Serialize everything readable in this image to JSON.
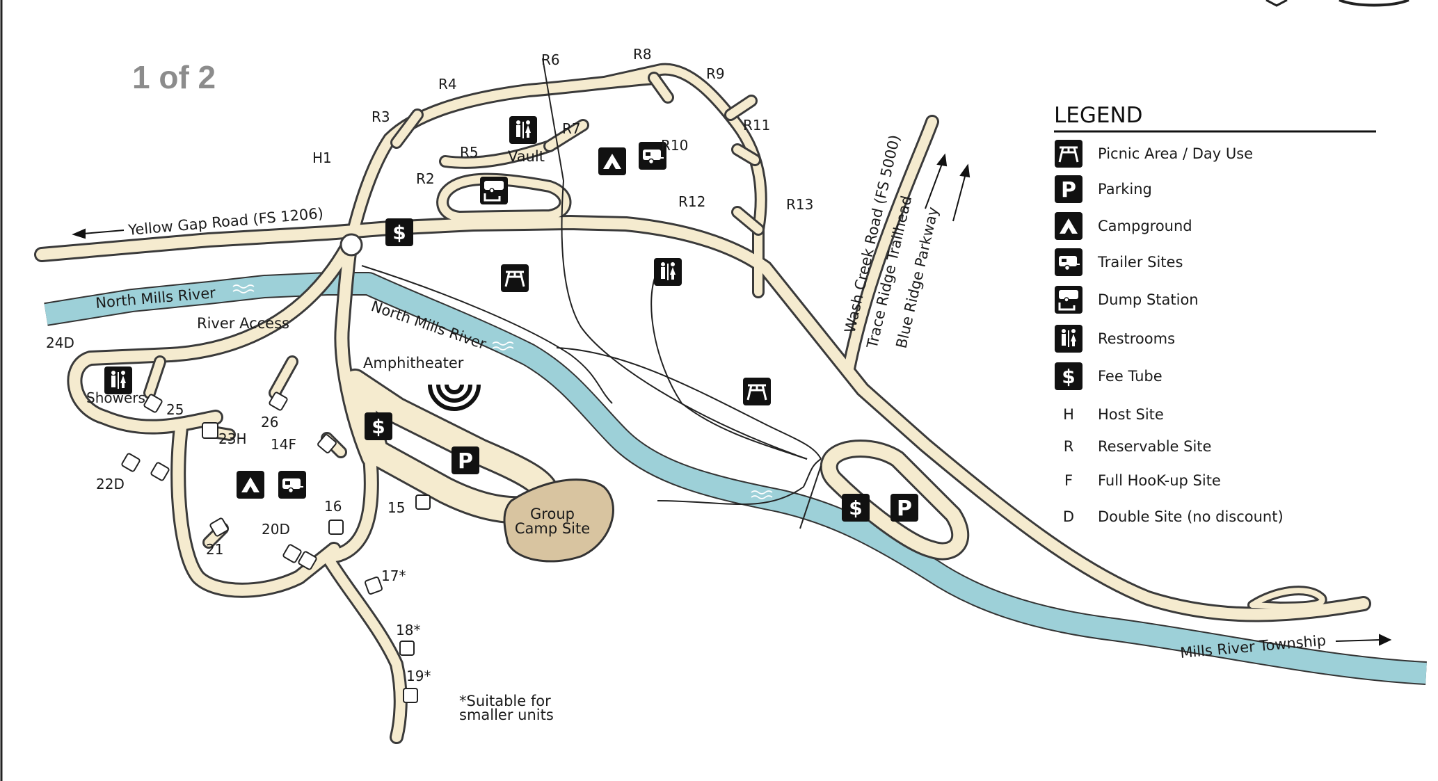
{
  "page_indicator": "1 of 2",
  "colors": {
    "road_fill": "#f5ebcf",
    "river": "#9dd0d8",
    "group_camp": "#d8c4a0",
    "icon_bg": "#111111"
  },
  "roads": {
    "yellow_gap": "Yellow Gap Road (FS 1206)",
    "wash_creek": "Wash Creek Road (FS 5000)",
    "trace_ridge": "Trace Ridge Trailhead",
    "blue_ridge": "Blue Ridge Parkway",
    "mills_river_township": "Mills River Township"
  },
  "water": {
    "north_mills_1": "North Mills River",
    "north_mills_2": "North Mills River"
  },
  "places": {
    "river_access": "River Access",
    "amphitheater": "Amphitheater",
    "vault": "Vault",
    "showers": "Showers",
    "group_camp_line1": "Group",
    "group_camp_line2": "Camp Site",
    "note_line1": "*Suitable for",
    "note_line2": "smaller units"
  },
  "sites": {
    "h1": "H1",
    "r2": "R2",
    "r3": "R3",
    "r4": "R4",
    "r5": "R5",
    "r6": "R6",
    "r7": "R7",
    "r8": "R8",
    "r9": "R9",
    "r10": "R10",
    "r11": "R11",
    "r12": "R12",
    "r13": "R13",
    "s24d": "24D",
    "s25": "25",
    "s26": "26",
    "s23h": "23H",
    "s14f": "14F",
    "s22d": "22D",
    "s16": "16",
    "s15": "15",
    "s20d": "20D",
    "s21": "21",
    "s17": "17*",
    "s18": "18*",
    "s19": "19*"
  },
  "legend": {
    "title": "LEGEND",
    "items": [
      {
        "icon": "picnic-icon",
        "label": "Picnic Area / Day Use"
      },
      {
        "icon": "parking-icon",
        "label": "Parking"
      },
      {
        "icon": "campground-icon",
        "label": "Campground"
      },
      {
        "icon": "trailer-icon",
        "label": "Trailer Sites"
      },
      {
        "icon": "dump-station-icon",
        "label": "Dump Station"
      },
      {
        "icon": "restroom-icon",
        "label": "Restrooms"
      },
      {
        "icon": "fee-tube-icon",
        "label": "Fee Tube"
      }
    ],
    "codes": [
      {
        "code": "H",
        "label": "Host Site"
      },
      {
        "code": "R",
        "label": "Reservable Site"
      },
      {
        "code": "F",
        "label": "Full HooK-up Site"
      },
      {
        "code": "D",
        "label": "Double Site (no discount)"
      }
    ],
    "icon_glyphs": {
      "parking": "P",
      "fee": "$"
    }
  }
}
